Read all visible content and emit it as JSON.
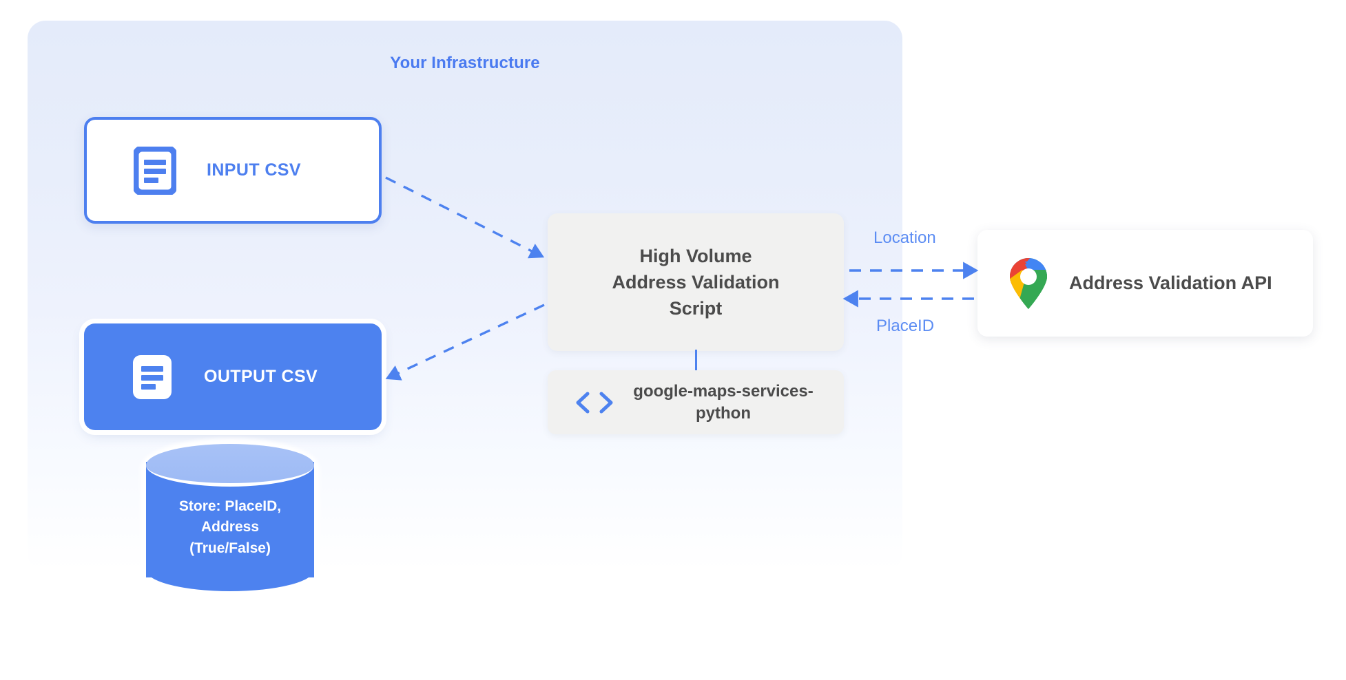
{
  "infrastructure": {
    "title": "Your Infrastructure"
  },
  "nodes": {
    "input_csv": {
      "label": "INPUT CSV",
      "icon": "document-lines-icon"
    },
    "output_csv": {
      "label": "OUTPUT CSV",
      "icon": "document-lines-icon"
    },
    "script": {
      "line1": "High Volume",
      "line2": "Address Validation",
      "line3": "Script"
    },
    "library": {
      "label": "google-maps-services-python",
      "icon": "code-brackets-icon"
    },
    "api": {
      "label": "Address Validation API",
      "icon": "google-maps-pin-icon"
    },
    "database": {
      "line1": "Store: PlaceID,",
      "line2": "Address",
      "line3": "(True/False)"
    }
  },
  "edges": {
    "input_to_script": {
      "label": "",
      "style": "dashed",
      "direction": "right"
    },
    "script_to_output": {
      "label": "",
      "style": "dashed",
      "direction": "left"
    },
    "script_to_api": {
      "label": "Location",
      "style": "dashed",
      "direction": "right"
    },
    "api_to_script": {
      "label": "PlaceID",
      "style": "dashed",
      "direction": "left"
    }
  },
  "colors": {
    "accent_blue": "#4d82ef",
    "panel_blue": "#e4ebfa",
    "box_grey": "#f1f1f0",
    "text_dark": "#4b4b4b",
    "label_blue": "#5b8cf3",
    "maps_blue": "#4285f4",
    "maps_red": "#ea4335",
    "maps_yellow": "#fbbc04",
    "maps_green": "#34a853"
  }
}
